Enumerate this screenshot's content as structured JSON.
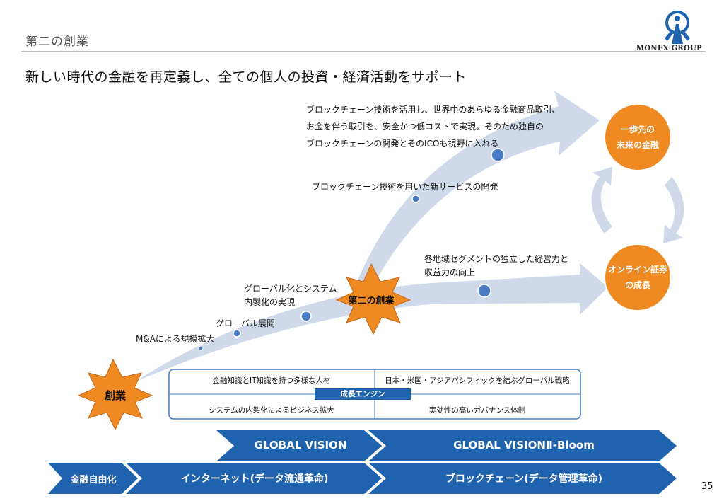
{
  "header": {
    "section_title": "第二の創業",
    "logo_text": "MONEX GROUP"
  },
  "headline": "新しい時代の金融を再定義し、全ての個人の投資・経済活動をサポート",
  "upper_arrow": {
    "note_lines": [
      "ブロックチェーン技術を活用し、世界中のあらゆる金融商品取引、",
      "お金を伴う取引を、安全かつ低コストで実現。そのため独自の",
      "ブロックチェーンの開発とそのICOも視野に入れる"
    ],
    "milestone": "ブロックチェーン技術を用いた新サービスの開発"
  },
  "lower_arrow": {
    "milestones": [
      "M&Aによる規模拡大",
      "グローバル展開"
    ],
    "milestone_system": [
      "グローバル化とシステム",
      "内製化の実現"
    ],
    "milestone_region": [
      "各地域セグメントの独立した経営力と",
      "収益力の向上"
    ]
  },
  "goals": {
    "top": [
      "一歩先の",
      "未来の金融"
    ],
    "bottom": [
      "オンライン証券",
      "の成長"
    ]
  },
  "bursts": {
    "founding": "創業",
    "second_founding": "第二の創業"
  },
  "growth_engine": {
    "label": "成長エンジン",
    "top_left": "金融知識とIT知識を持つ多様な人材",
    "top_right": "日本・米国・アジアパシフィックを結ぶグローバル戦略",
    "bottom_left": "システムの内製化によるビジネス拡大",
    "bottom_right": "実効性の高いガバナンス体制"
  },
  "timeline": {
    "vision_1": "GLOBAL VISION",
    "vision_2": "GLOBAL VISIONⅡ-Bloom",
    "era_1": "金融自由化",
    "era_2": "インターネット(データ流通革命)",
    "era_3": "ブロックチェーン(データ管理革命)"
  },
  "page_number": "35",
  "colors": {
    "arrow_fill": "#cfd9ea",
    "navy": "#1f62ad",
    "orange": "#ef8a22",
    "milestone_dot": "#4a7cc4"
  }
}
